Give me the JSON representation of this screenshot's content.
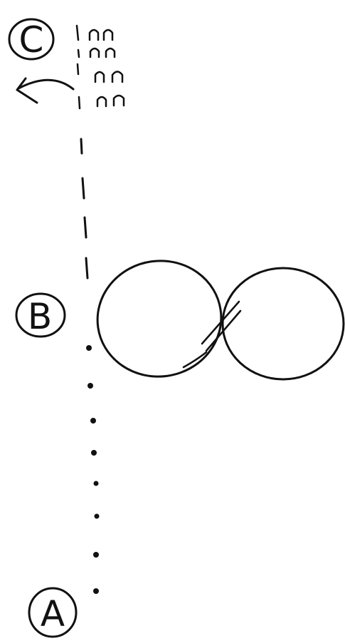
{
  "labels": {
    "point_c": "C",
    "point_b": "B",
    "point_a": "A"
  },
  "colors": {
    "ink": "#111111",
    "paper": "#ffffff"
  }
}
